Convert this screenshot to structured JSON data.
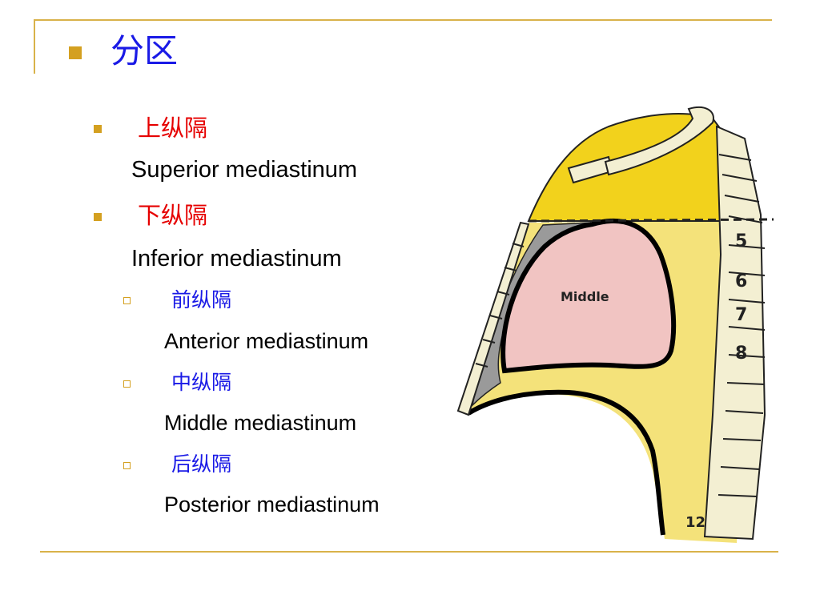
{
  "slide": {
    "title": "分区",
    "items": [
      {
        "cn": "上纵隔",
        "en": "Superior mediastinum"
      },
      {
        "cn": "下纵隔",
        "en": "Inferior mediastinum",
        "children": [
          {
            "cn": "前纵隔",
            "en": "Anterior mediastinum"
          },
          {
            "cn": "中纵隔",
            "en": "Middle mediastinum"
          },
          {
            "cn": "后纵隔",
            "en": "Posterior mediastinum"
          }
        ]
      }
    ]
  },
  "diagram": {
    "region_label": "Middle",
    "vertebra_labels": [
      "5",
      "6",
      "7",
      "8",
      "12"
    ]
  },
  "colors": {
    "accent_gold": "#d4a020",
    "rule_gold": "#d9b24a",
    "title_blue": "#1a1ae6",
    "heading_red": "#e60000",
    "superior_yellow": "#f2d21c",
    "lower_yellow": "#f4e27a",
    "middle_pink": "#f1c4c2",
    "anterior_gray": "#9a9a9a"
  }
}
